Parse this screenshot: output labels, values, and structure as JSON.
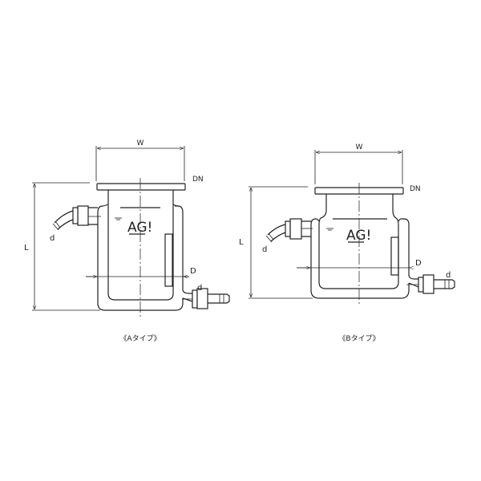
{
  "drawings": [
    {
      "type_label": "《Aタイプ》",
      "dim_width": "W",
      "dim_nominal": "DN",
      "dim_length": "L",
      "dim_diameter": "D",
      "dim_inlet": "d",
      "dim_outlet": "d",
      "logo": "AG!"
    },
    {
      "type_label": "《Bタイプ》",
      "dim_width": "W",
      "dim_nominal": "DN",
      "dim_length": "L",
      "dim_diameter": "D",
      "dim_inlet": "d",
      "dim_outlet": "d",
      "logo": "AG!"
    }
  ]
}
